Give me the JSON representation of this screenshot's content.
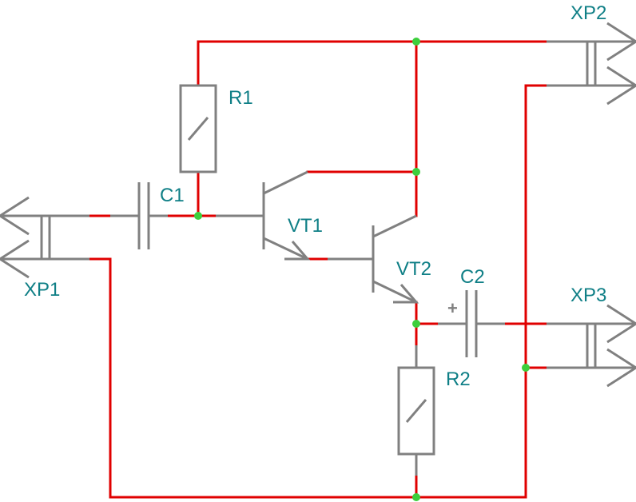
{
  "labels": {
    "xp1": "XP1",
    "xp2": "XP2",
    "xp3": "XP3",
    "r1": "R1",
    "r2": "R2",
    "c1": "C1",
    "c2": "C2",
    "vt1": "VT1",
    "vt2": "VT2",
    "c2_polarity": "+"
  },
  "colors": {
    "wire": "#e00000",
    "component": "#808080",
    "node": "#3ccf3c",
    "label": "#0f7f86"
  }
}
